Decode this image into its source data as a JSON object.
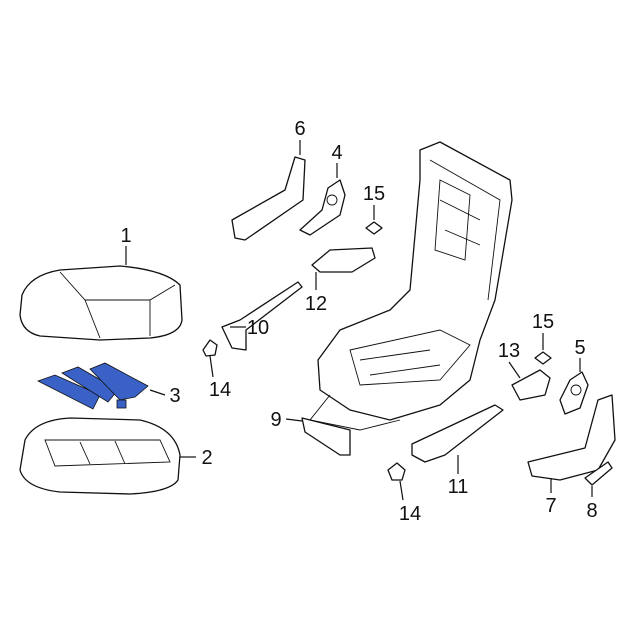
{
  "diagram": {
    "highlight_color": "#3a62c6",
    "callouts": [
      {
        "id": "1",
        "label": "1"
      },
      {
        "id": "2",
        "label": "2"
      },
      {
        "id": "3",
        "label": "3"
      },
      {
        "id": "4",
        "label": "4"
      },
      {
        "id": "5",
        "label": "5"
      },
      {
        "id": "6",
        "label": "6"
      },
      {
        "id": "7",
        "label": "7"
      },
      {
        "id": "8",
        "label": "8"
      },
      {
        "id": "9",
        "label": "9"
      },
      {
        "id": "10",
        "label": "10"
      },
      {
        "id": "11",
        "label": "11"
      },
      {
        "id": "12",
        "label": "12"
      },
      {
        "id": "13",
        "label": "13"
      },
      {
        "id": "14a",
        "label": "14"
      },
      {
        "id": "14b",
        "label": "14"
      },
      {
        "id": "15a",
        "label": "15"
      },
      {
        "id": "15b",
        "label": "15"
      }
    ]
  }
}
